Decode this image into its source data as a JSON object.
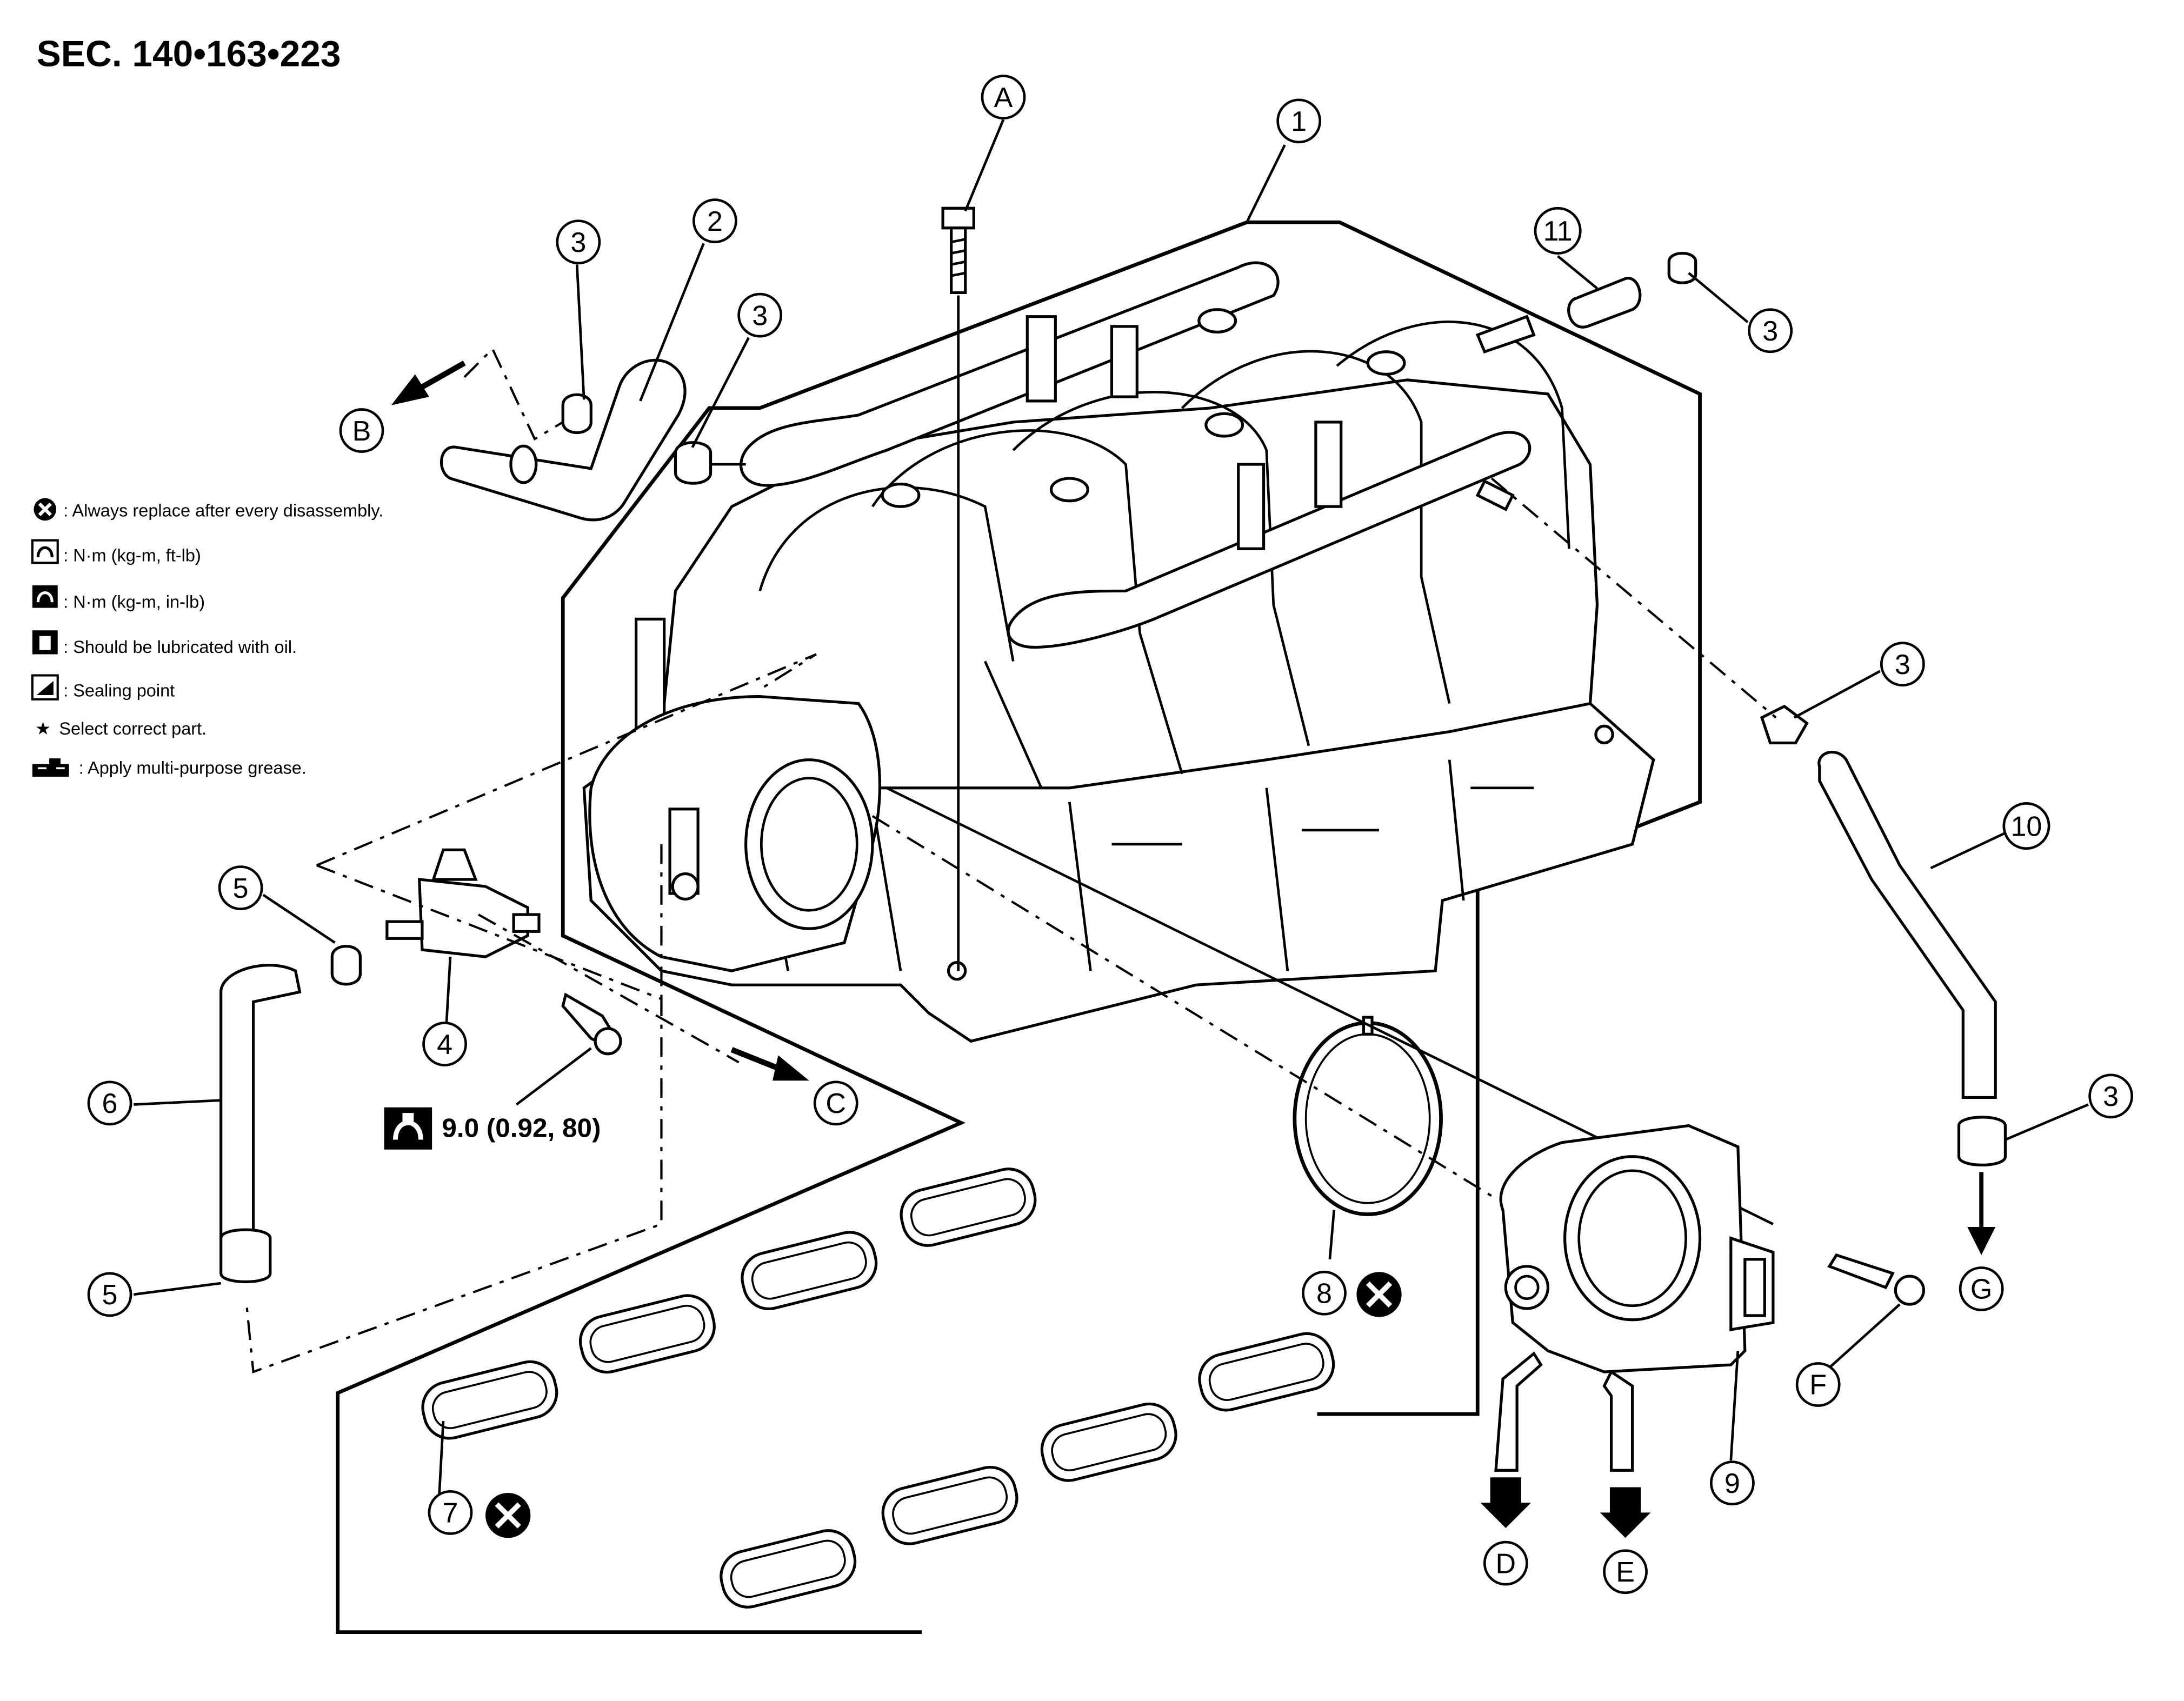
{
  "header": {
    "section_ref": "SEC. 140•163•223"
  },
  "legend": [
    {
      "icon": "replace-x-icon",
      "text": ": Always replace after every disassembly."
    },
    {
      "icon": "torque-wrench-icon",
      "text": ": N·m (kg-m, ft-lb)"
    },
    {
      "icon": "torque-wrench-inlb-icon",
      "text": ": N·m (kg-m, in-lb)"
    },
    {
      "icon": "oil-can-icon",
      "text": ": Should be lubricated with oil."
    },
    {
      "icon": "sealant-icon",
      "text": ": Sealing point"
    },
    {
      "icon": "star-icon",
      "text": "Select correct part."
    },
    {
      "icon": "grease-icon",
      "text": ": Apply multi-purpose grease."
    }
  ],
  "star_glyph": "★",
  "torque_spec": "9.0 (0.92, 80)",
  "callouts": {
    "n1": "1",
    "n2": "2",
    "n3": "3",
    "n4": "4",
    "n5": "5",
    "n6": "6",
    "n7": "7",
    "n8": "8",
    "n9": "9",
    "n10": "10",
    "n11": "11",
    "A": "A",
    "B": "B",
    "C": "C",
    "D": "D",
    "E": "E",
    "F": "F",
    "G": "G"
  }
}
